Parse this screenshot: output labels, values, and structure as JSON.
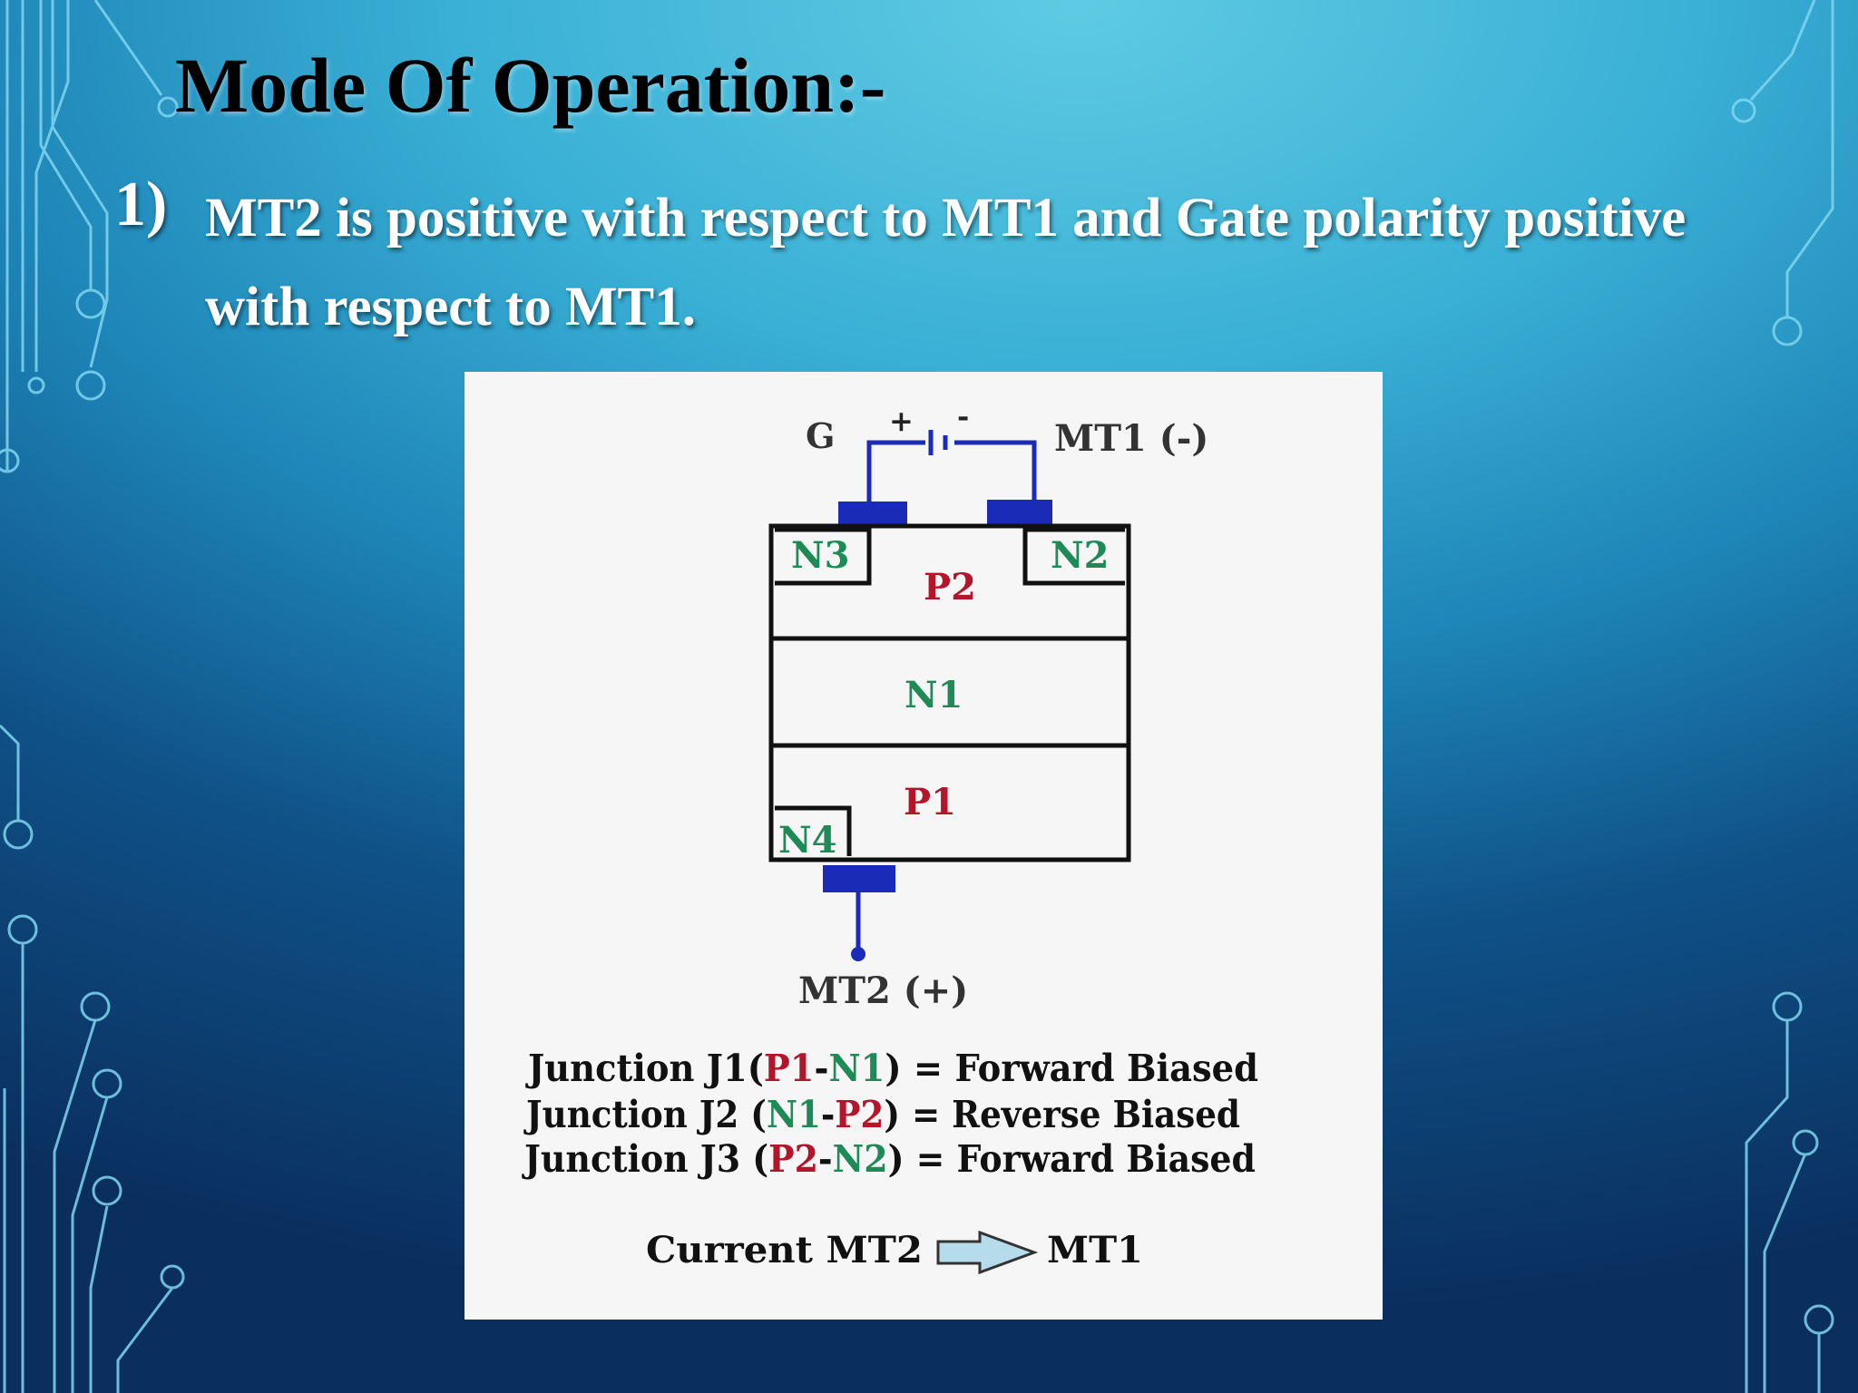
{
  "slide": {
    "title": "Mode Of Operation:-",
    "item_number": "1)",
    "item_text": "MT2 is positive with respect to MT1 and Gate polarity positive with respect to MT1."
  },
  "diagram": {
    "gate_label": "G",
    "battery_plus": "+",
    "battery_minus": "-",
    "mt1_label": "MT1 (-)",
    "mt2_label": "MT2 (+)",
    "regions": {
      "n3": "N3",
      "n2": "N2",
      "p2": "P2",
      "n1": "N1",
      "p1": "P1",
      "n4": "N4"
    },
    "junctions": [
      {
        "prefix": "Junction J1(",
        "p": "P1",
        "dash": "-",
        "n": "N1",
        "suffix": ") = Forward Biased"
      },
      {
        "prefix": "Junction J2 (",
        "p": "N1",
        "dash": "-",
        "n": "P2",
        "suffix": ") = Reverse Biased"
      },
      {
        "prefix": "Junction J3 (",
        "p": "P2",
        "dash": "-",
        "n": "N2",
        "suffix": ") = Forward Biased"
      }
    ],
    "current_label": "Current MT2",
    "current_to": "MT1",
    "colors": {
      "p_region": "#b3152a",
      "n_region": "#1e8a57",
      "terminal": "#1a2bb8",
      "outline": "#111111"
    }
  }
}
